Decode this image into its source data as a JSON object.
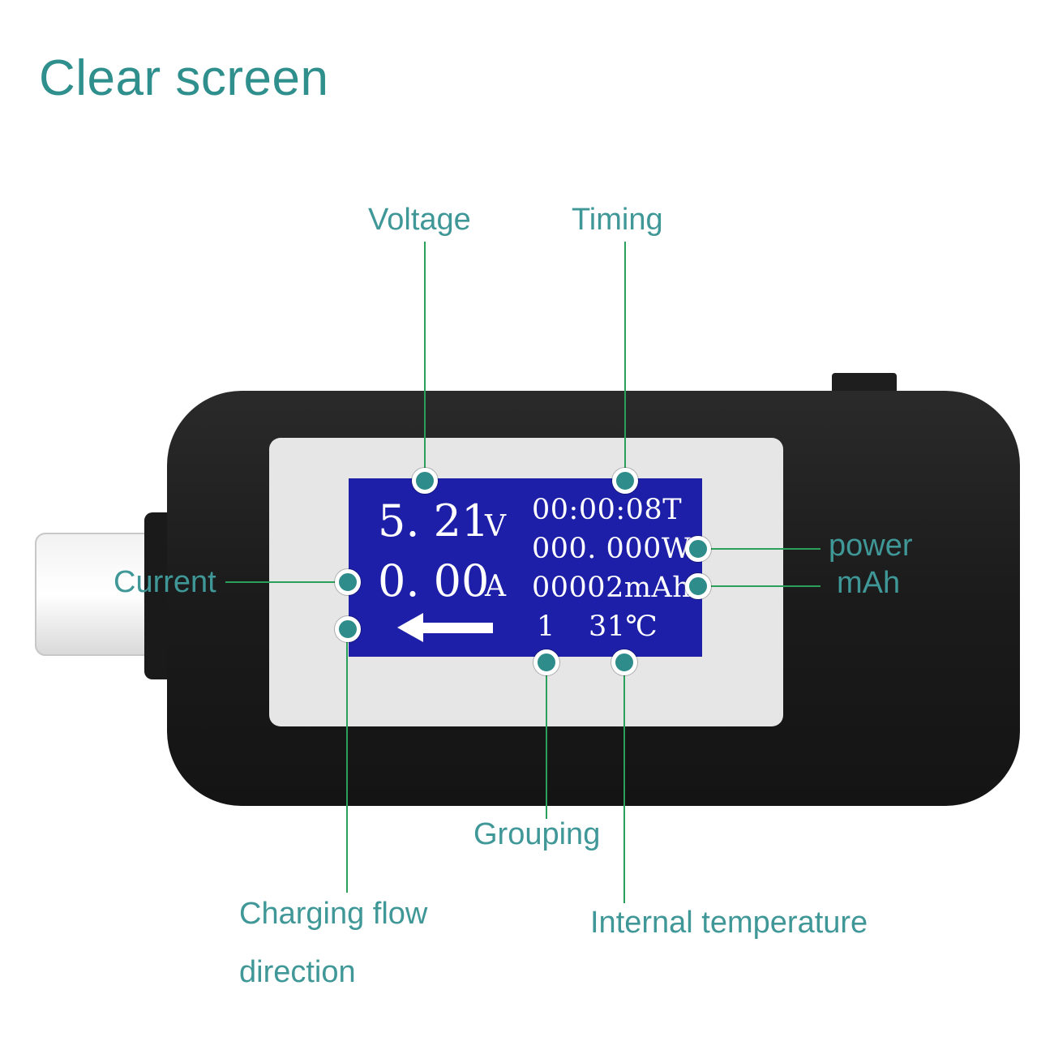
{
  "heading": "Clear screen",
  "labels": {
    "voltage": "Voltage",
    "timing": "Timing",
    "power": "power",
    "mah": "mAh",
    "current": "Current",
    "grouping": "Grouping",
    "charging_flow_line1": "Charging flow",
    "charging_flow_line2": "direction",
    "internal_temperature": "Internal temperature"
  },
  "display": {
    "voltage_value": "5. 21",
    "voltage_unit": "V",
    "current_value": "0. 00",
    "current_unit": "A",
    "timing": "00:00:08T",
    "power": "000. 000W",
    "capacity": "00002mAh",
    "group": "1",
    "temperature": "31℃",
    "flow_direction_icon": "left-arrow-icon"
  },
  "colors": {
    "label_teal": "#3f9797",
    "leader_green": "#2aa05a",
    "lcd_blue": "#1d1fa8",
    "device_body": "#1c1c1c",
    "bezel": "#e6e6e6"
  }
}
